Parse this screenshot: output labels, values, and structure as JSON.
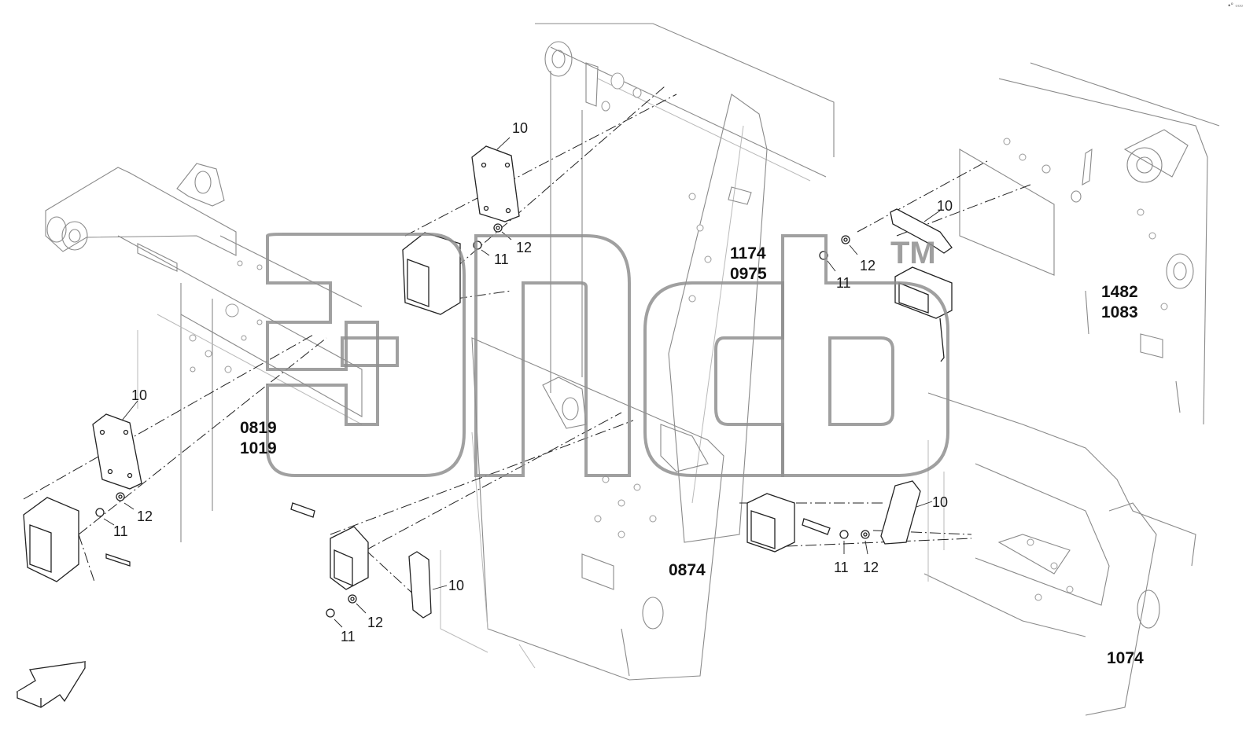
{
  "callouts": {
    "a_10": "10",
    "a_11": "11",
    "a_12": "12",
    "b_10": "10",
    "b_11": "11",
    "b_12": "12",
    "c_10": "10",
    "c_11": "11",
    "c_12": "12",
    "d_10": "10",
    "d_11": "11",
    "d_12": "12",
    "e_10": "10",
    "e_11": "11",
    "e_12": "12"
  },
  "serials": {
    "s1_a": "1174",
    "s1_b": "0975",
    "s2_a": "0819",
    "s2_b": "1019",
    "s3": "0874",
    "s4_a": "1482",
    "s4_b": "1083",
    "s5": "1074"
  },
  "watermark": {
    "trademark": "TM"
  },
  "corner_mark": "•° ▫▫▫"
}
